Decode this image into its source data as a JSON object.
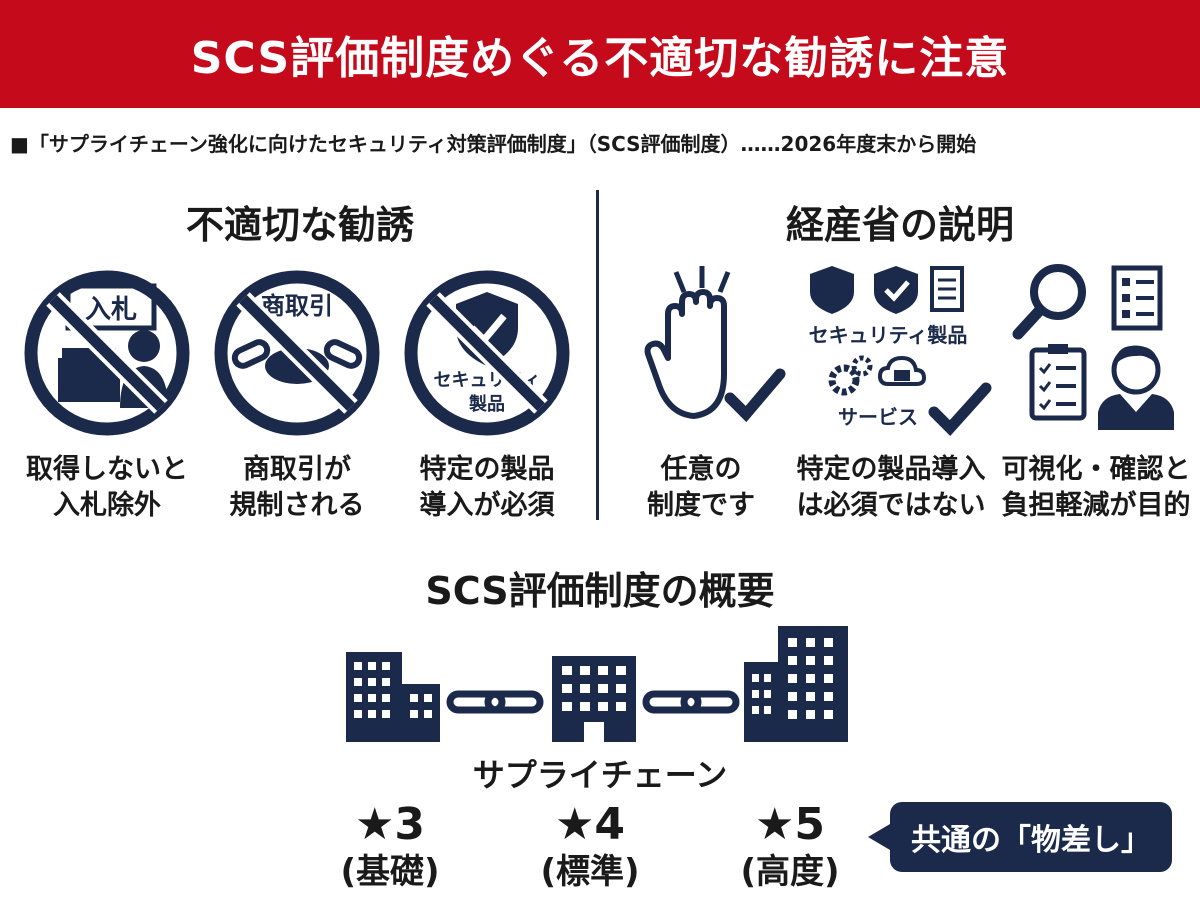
{
  "header": {
    "title": "SCS評価制度めぐる不適切な勧誘に注意"
  },
  "subtitle": "■「サプライチェーン強化に向けたセキュリティ対策評価制度」（SCS評価制度）……2026年度末から開始",
  "left": {
    "title": "不適切な勧誘",
    "items": [
      {
        "icon": "bid-prohibited-icon",
        "icon_label": "入札",
        "line1": "取得しないと",
        "line2": "入札除外"
      },
      {
        "icon": "business-deal-prohibited-icon",
        "icon_label": "商取引",
        "line1": "商取引が",
        "line2": "規制される"
      },
      {
        "icon": "security-product-prohibited-icon",
        "icon_label_1": "セキュリティ",
        "icon_label_2": "製品",
        "line1": "特定の製品",
        "line2": "導入が必須"
      }
    ]
  },
  "right": {
    "title": "経産省の説明",
    "items": [
      {
        "icon": "raised-hand-check-icon",
        "line1": "任意の",
        "line2": "制度です"
      },
      {
        "icon": "products-services-check-icon",
        "label_products": "セキュリティ製品",
        "label_services": "サービス",
        "line1": "特定の製品導入",
        "line2": "は必須ではない"
      },
      {
        "icon": "visualization-person-icon",
        "line1": "可視化・確認と",
        "line2": "負担軽減が目的"
      }
    ]
  },
  "overview": {
    "title": "SCS評価制度の概要",
    "chain_label": "サプライチェーン",
    "levels": [
      {
        "stars": "★3",
        "name": "(基礎)"
      },
      {
        "stars": "★4",
        "name": "(標準)"
      },
      {
        "stars": "★5",
        "name": "(高度)"
      }
    ],
    "callout": "共通の「物差し」"
  },
  "colors": {
    "banner": "#c40a1b",
    "navy": "#1b2a4a",
    "text": "#1a1a1a"
  }
}
